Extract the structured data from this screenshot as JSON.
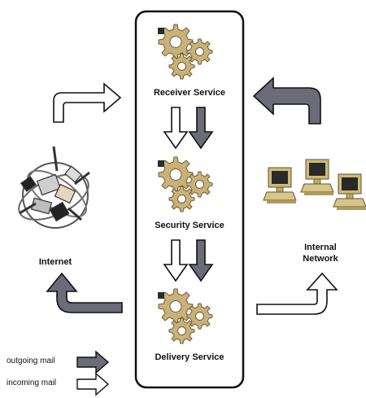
{
  "services": {
    "receiver": "Receiver Service",
    "security": "Security Service",
    "delivery": "Delivery Service"
  },
  "nodes": {
    "internet": "Internet",
    "internal_network_line1": "Internal",
    "internal_network_line2": "Network"
  },
  "legend": {
    "outgoing": "outgoing mail",
    "incoming": "incoming mail"
  },
  "colors": {
    "outgoing_arrow": "#6c6c78",
    "incoming_arrow": "#ffffff",
    "gear": "#c9b27a",
    "monitor": "#cdbb7a"
  }
}
